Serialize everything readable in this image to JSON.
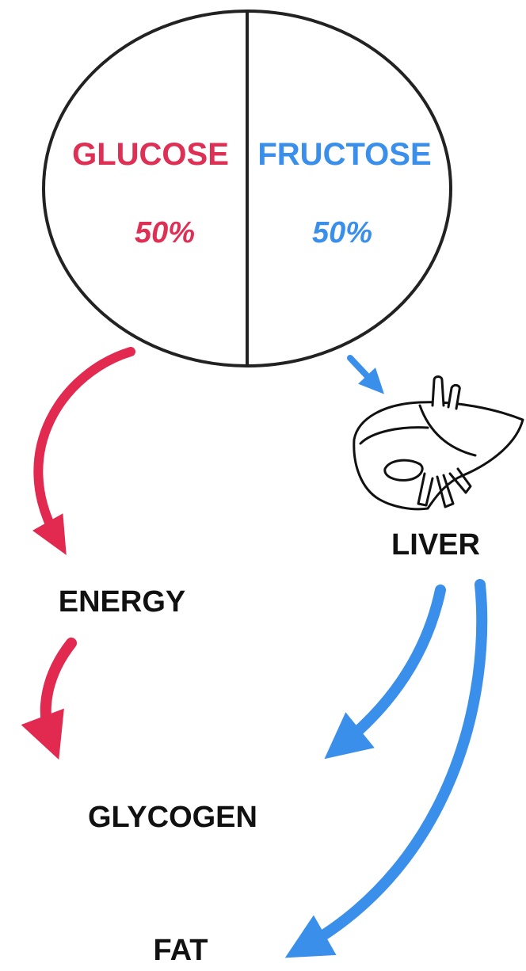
{
  "diagram": {
    "circle": {
      "left": {
        "label": "GLUCOSE",
        "percent": "50%",
        "color": "#de2f55"
      },
      "right": {
        "label": "FRUCTOSE",
        "percent": "50%",
        "color": "#3a8fea"
      }
    },
    "nodes": {
      "liver": "LIVER",
      "energy": "ENERGY",
      "glycogen": "GLYCOGEN",
      "fat": "FAT"
    },
    "colors": {
      "outline": "#222222",
      "glucose_arrow": "#e2294f",
      "fructose_arrow": "#3a8fea"
    },
    "icons": [
      "liver-icon"
    ]
  }
}
